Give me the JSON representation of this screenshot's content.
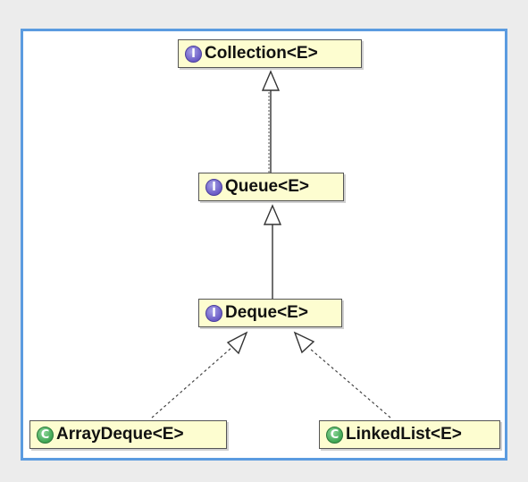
{
  "diagram": {
    "nodes": [
      {
        "id": "collection",
        "label": "Collection<E>",
        "kind": "interface",
        "badge": "I"
      },
      {
        "id": "queue",
        "label": "Queue<E>",
        "kind": "interface",
        "badge": "I"
      },
      {
        "id": "deque",
        "label": "Deque<E>",
        "kind": "interface",
        "badge": "I"
      },
      {
        "id": "arraydeque",
        "label": "ArrayDeque<E>",
        "kind": "class",
        "badge": "C"
      },
      {
        "id": "linkedlist",
        "label": "LinkedList<E>",
        "kind": "class",
        "badge": "C"
      }
    ],
    "edges": [
      {
        "from": "queue",
        "to": "collection",
        "type": "extends"
      },
      {
        "from": "deque",
        "to": "queue",
        "type": "extends"
      },
      {
        "from": "arraydeque",
        "to": "deque",
        "type": "implements"
      },
      {
        "from": "linkedlist",
        "to": "deque",
        "type": "implements"
      }
    ],
    "colors": {
      "frame": "#5b9be0",
      "node_fill": "#fdfdd0",
      "interface_badge": "#6a5bc6",
      "class_badge": "#3ea552"
    }
  }
}
